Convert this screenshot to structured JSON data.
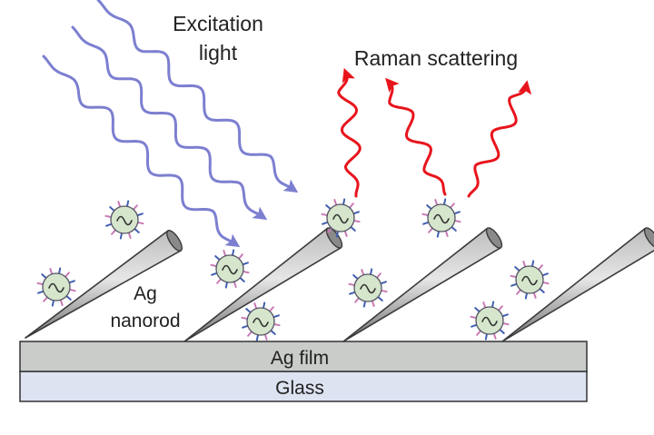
{
  "labels": {
    "excitation_line1": "Excitation",
    "excitation_line2": "light",
    "raman": "Raman scattering",
    "ag_line1": "Ag",
    "ag_line2": "nanorod",
    "ag_film": "Ag film",
    "glass": "Glass"
  },
  "colors": {
    "excitation_wave": "#7c7fd0",
    "raman_wave": "#e8141c",
    "ag_film_fill": "#c9ccc8",
    "glass_fill": "#dde3f1",
    "nanorod_dark": "#6d6d6d",
    "nanorod_light": "#d6d6d6",
    "molecule_fill": "#d6e6cc",
    "molecule_spike_pink": "#c879b5",
    "molecule_spike_blue": "#3f5fb0"
  }
}
